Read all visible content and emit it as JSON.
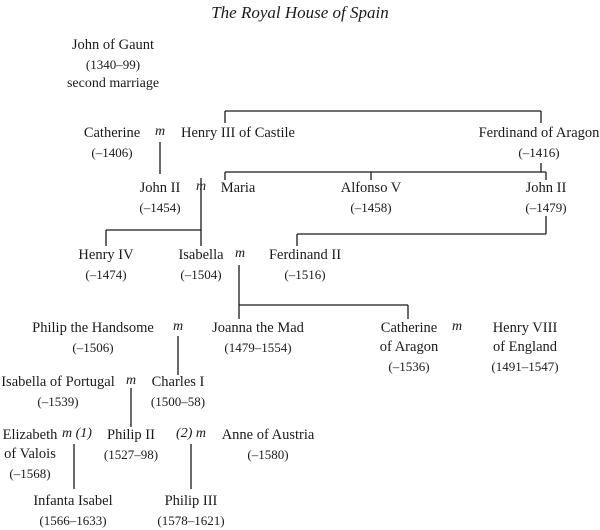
{
  "title": "The Royal House of Spain",
  "people": {
    "john_of_gaunt": {
      "name": "John of Gaunt",
      "dates": "(1340–99)",
      "note": "second marriage"
    },
    "catherine": {
      "name": "Catherine",
      "dates": "(–1406)"
    },
    "henry_iii": {
      "name": "Henry III of Castile"
    },
    "ferdinand_of_aragon": {
      "name": "Ferdinand of Aragon",
      "dates": "(–1416)"
    },
    "john_ii_castile": {
      "name": "John II",
      "dates": "(–1454)"
    },
    "maria": {
      "name": "Maria"
    },
    "alfonso_v": {
      "name": "Alfonso V",
      "dates": "(–1458)"
    },
    "john_ii_aragon": {
      "name": "John II",
      "dates": "(–1479)"
    },
    "henry_iv": {
      "name": "Henry IV",
      "dates": "(–1474)"
    },
    "isabella": {
      "name": "Isabella",
      "dates": "(–1504)"
    },
    "ferdinand_ii": {
      "name": "Ferdinand II",
      "dates": "(–1516)"
    },
    "philip_the_handsome": {
      "name": "Philip the Handsome",
      "dates": "(–1506)"
    },
    "joanna_the_mad": {
      "name": "Joanna the Mad",
      "dates": "(1479–1554)"
    },
    "catherine_of_aragon": {
      "name": "Catherine",
      "name2": "of Aragon",
      "dates": "(–1536)"
    },
    "henry_viii": {
      "name": "Henry VIII",
      "name2": "of England",
      "dates": "(1491–1547)"
    },
    "isabella_of_portugal": {
      "name": "Isabella of Portugal",
      "dates": "(–1539)"
    },
    "charles_i": {
      "name": "Charles I",
      "dates": "(1500–58)"
    },
    "elizabeth_of_valois": {
      "name": "Elizabeth",
      "name2": "of Valois",
      "dates": "(–1568)"
    },
    "philip_ii": {
      "name": "Philip II",
      "dates": "(1527–98)"
    },
    "anne_of_austria": {
      "name": "Anne of Austria",
      "dates": "(–1580)"
    },
    "infanta_isabel": {
      "name": "Infanta Isabel",
      "dates": "(1566–1633)"
    },
    "philip_iii": {
      "name": "Philip III",
      "dates": "(1578–1621)"
    }
  },
  "marriage_symbol": "m",
  "marriage_first": "m (1)",
  "marriage_second": "(2) m"
}
